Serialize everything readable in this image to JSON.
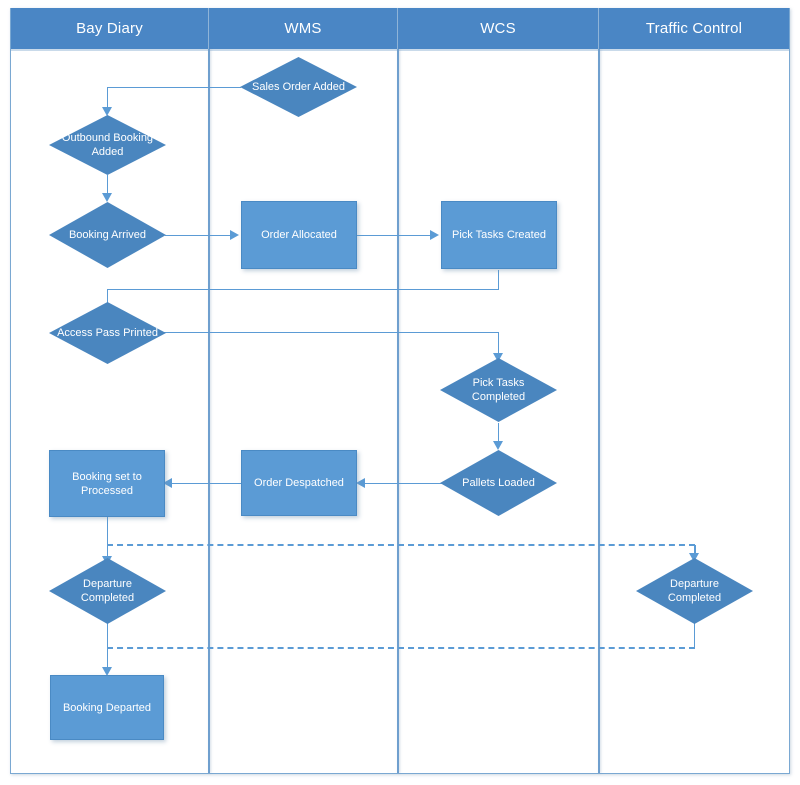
{
  "diagram": {
    "type": "swimlane-flowchart",
    "colors": {
      "lane_header_bg": "#4a86c5",
      "lane_header_text": "#ffffff",
      "rect_fill": "#5b9bd5",
      "diamond_fill": "#4a86bf",
      "connector": "#5b9bd5",
      "frame_border": "#7aa8d2"
    },
    "lanes": [
      {
        "id": "bay-diary",
        "label": "Bay Diary"
      },
      {
        "id": "wms",
        "label": "WMS"
      },
      {
        "id": "wcs",
        "label": "WCS"
      },
      {
        "id": "traffic-control",
        "label": "Traffic Control"
      }
    ],
    "nodes": [
      {
        "id": "sales-order-added",
        "lane": "wms",
        "shape": "diamond",
        "label": "Sales Order Added"
      },
      {
        "id": "outbound-booking-added",
        "lane": "bay-diary",
        "shape": "diamond",
        "label": "Outbound Booking Added"
      },
      {
        "id": "booking-arrived",
        "lane": "bay-diary",
        "shape": "diamond",
        "label": "Booking Arrived"
      },
      {
        "id": "order-allocated",
        "lane": "wms",
        "shape": "rectangle",
        "label": "Order Allocated"
      },
      {
        "id": "pick-tasks-created",
        "lane": "wcs",
        "shape": "rectangle",
        "label": "Pick Tasks Created"
      },
      {
        "id": "access-pass-printed",
        "lane": "bay-diary",
        "shape": "diamond",
        "label": "Access Pass Printed"
      },
      {
        "id": "pick-tasks-completed",
        "lane": "wcs",
        "shape": "diamond",
        "label": "Pick Tasks Completed"
      },
      {
        "id": "pallets-loaded",
        "lane": "wcs",
        "shape": "diamond",
        "label": "Pallets Loaded"
      },
      {
        "id": "order-despatched",
        "lane": "wms",
        "shape": "rectangle",
        "label": "Order Despatched"
      },
      {
        "id": "booking-set-processed",
        "lane": "bay-diary",
        "shape": "rectangle",
        "label": "Booking set to Processed"
      },
      {
        "id": "departure-completed-bd",
        "lane": "bay-diary",
        "shape": "diamond",
        "label": "Departure Completed"
      },
      {
        "id": "departure-completed-tc",
        "lane": "traffic-control",
        "shape": "diamond",
        "label": "Departure Completed"
      },
      {
        "id": "booking-departed",
        "lane": "bay-diary",
        "shape": "rectangle",
        "label": "Booking Departed"
      }
    ],
    "edges": [
      {
        "from": "sales-order-added",
        "to": "outbound-booking-added",
        "style": "solid"
      },
      {
        "from": "outbound-booking-added",
        "to": "booking-arrived",
        "style": "solid"
      },
      {
        "from": "booking-arrived",
        "to": "order-allocated",
        "style": "solid"
      },
      {
        "from": "order-allocated",
        "to": "pick-tasks-created",
        "style": "solid"
      },
      {
        "from": "pick-tasks-created",
        "to": "access-pass-printed",
        "style": "solid"
      },
      {
        "from": "access-pass-printed",
        "to": "pick-tasks-completed",
        "style": "solid"
      },
      {
        "from": "pick-tasks-completed",
        "to": "pallets-loaded",
        "style": "solid"
      },
      {
        "from": "pallets-loaded",
        "to": "order-despatched",
        "style": "solid"
      },
      {
        "from": "order-despatched",
        "to": "booking-set-processed",
        "style": "solid"
      },
      {
        "from": "booking-set-processed",
        "to": "departure-completed-bd",
        "style": "dashed"
      },
      {
        "from": "booking-set-processed",
        "to": "departure-completed-tc",
        "style": "dashed"
      },
      {
        "from": "departure-completed-tc",
        "to": "booking-departed",
        "style": "dashed"
      }
    ]
  }
}
